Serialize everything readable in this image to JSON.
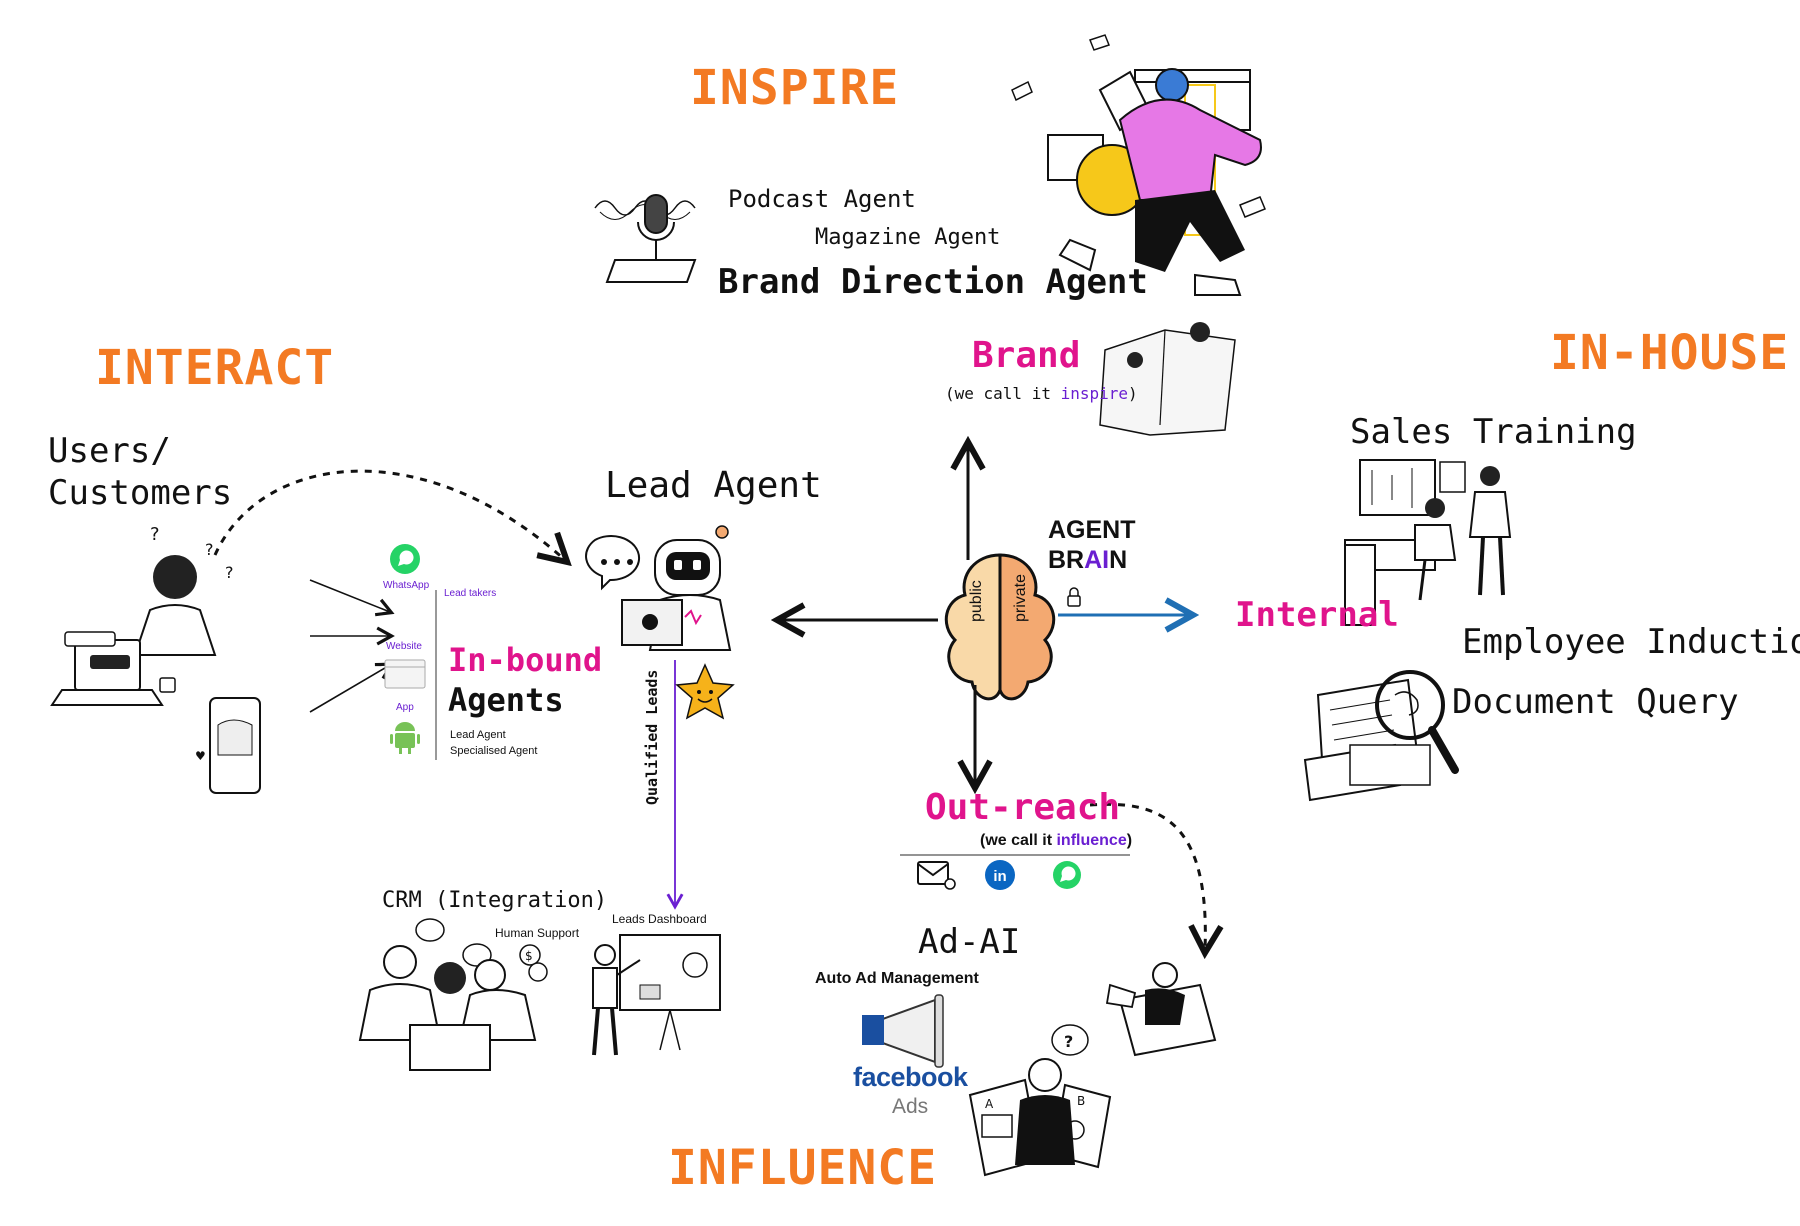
{
  "sections": {
    "inspire": "INSPIRE",
    "interact": "INTERACT",
    "inhouse": "IN-HOUSE",
    "influence": "INFLUENCE"
  },
  "inspire": {
    "podcast": "Podcast Agent",
    "magazine": "Magazine Agent",
    "brand_direction": "Brand Direction Agent"
  },
  "brand": {
    "title": "Brand",
    "subtitle_prefix": "(we call it",
    "subtitle_word": "inspire",
    "subtitle_suffix": ")"
  },
  "brain": {
    "line1": "AGENT",
    "line2a": "BR",
    "line2b": "AI",
    "line2c": "N",
    "left_lobe": "public",
    "right_lobe": "private"
  },
  "interact": {
    "users_line1": "Users/",
    "users_line2": "Customers",
    "whatsapp": "WhatsApp",
    "website": "Website",
    "app": "App",
    "lead_takers": "Lead takers",
    "inbound_line1": "In-bound",
    "inbound_line2": "Agents",
    "lead_agent_small": "Lead Agent",
    "specialised_agent": "Specialised Agent"
  },
  "lead_agent": {
    "title": "Lead Agent",
    "qualified": "Qualified Leads",
    "leads_dashboard": "Leads Dashboard",
    "crm": "CRM (Integration)",
    "human_support": "Human Support"
  },
  "inhouse": {
    "internal": "Internal",
    "sales_training": "Sales Training",
    "employee_induction": "Employee Induction",
    "document_query": "Document Query"
  },
  "outreach": {
    "title": "Out-reach",
    "subtitle_prefix": "(we call it",
    "subtitle_word": "influence",
    "subtitle_suffix": ")",
    "ad_ai": "Ad-AI",
    "auto_ad": "Auto Ad Management",
    "facebook": "facebook",
    "ads": "Ads"
  },
  "colors": {
    "orange": "#f37a23",
    "magenta": "#e0148c",
    "purple": "#6a1fd1",
    "brain_left": "#f9d9a8",
    "brain_right": "#f3a971",
    "internal_arrow": "#1f6fb4",
    "whatsapp": "#25d366",
    "linkedin": "#0a66c2",
    "facebook": "#1a4fa0",
    "android": "#78c257",
    "star": "#f6b21a"
  }
}
